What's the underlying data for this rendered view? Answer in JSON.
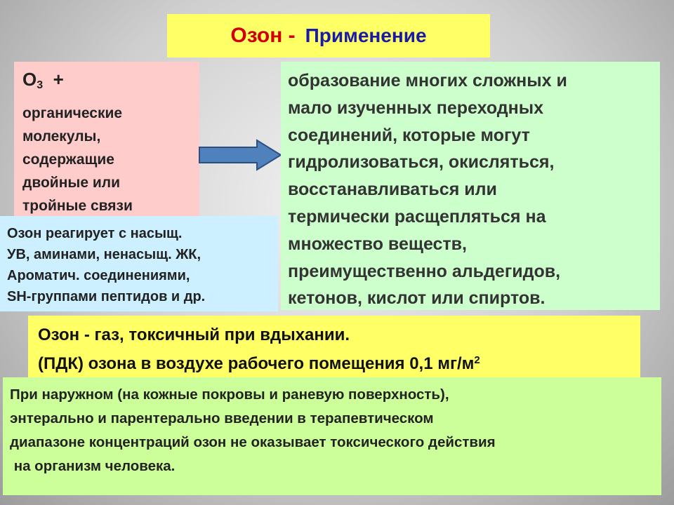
{
  "title": {
    "ozone": "Озон -",
    "application": "Применение"
  },
  "reactants": {
    "formula_base": "O",
    "formula_sub": "3",
    "formula_plus": "+",
    "lines": [
      "органические",
      "молекулы,",
      "содержащие",
      "двойные или",
      "тройные связи"
    ]
  },
  "reactions": {
    "lines": [
      "Озон реагирует  с насыщ.",
      "УВ, аминами, ненасыщ. ЖК,",
      "Ароматич. соединениями,",
      "SH-группами пептидов и др."
    ]
  },
  "products": {
    "lines": [
      "образование многих сложных и",
      "мало изученных переходных",
      "соединений, которые могут",
      "гидролизоваться, окисляться,",
      "восстанавливаться или",
      "термически расщепляться на",
      "множество веществ,",
      "преимущественно альдегидов,",
      "кетонов, кислот или спиртов."
    ]
  },
  "toxicity": {
    "line1": "Озон - газ, токсичный при вдыхании.",
    "line2": "(ПДК) озона в воздухе рабочего помещения 0,1 мг/м",
    "line2_sup": "2"
  },
  "therapy": {
    "lines": [
      "При наружном (на кожные покровы и раневую поверхность),",
      "энтерально и парентерально введении  в терапевтическом",
      "диапазоне концентраций  озон не оказывает токсического действия",
      " на организм человека."
    ]
  },
  "colors": {
    "title_bg": "#ffff66",
    "title_ozone": "#d00000",
    "title_application": "#1a1aa8",
    "pink_box": "#ffcccc",
    "blue_box": "#ccf0ff",
    "green_box": "#ccffcc",
    "yellow_box": "#ffff66",
    "light_green_box": "#ccff99",
    "arrow_fill": "#4f81bd",
    "arrow_stroke": "#2c4f80"
  }
}
